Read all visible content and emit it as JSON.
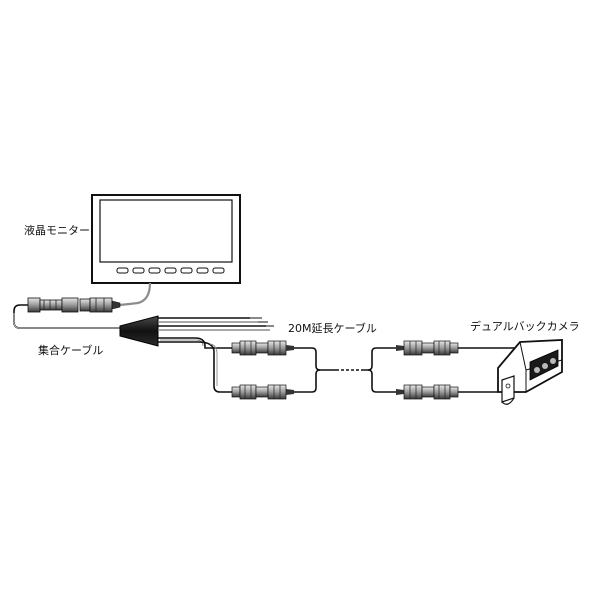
{
  "labels": {
    "monitor": "液晶モニター",
    "harness": "集合ケーブル",
    "extension": "20M延長ケーブル",
    "camera": "デュアルバックカメラ"
  },
  "colors": {
    "stroke": "#111111",
    "cable_gray": "#8c8c8c",
    "connector_dark": "#2a2a2a",
    "background": "#ffffff"
  },
  "icons": [
    "monitor-icon",
    "camera-icon",
    "connector-icon"
  ]
}
